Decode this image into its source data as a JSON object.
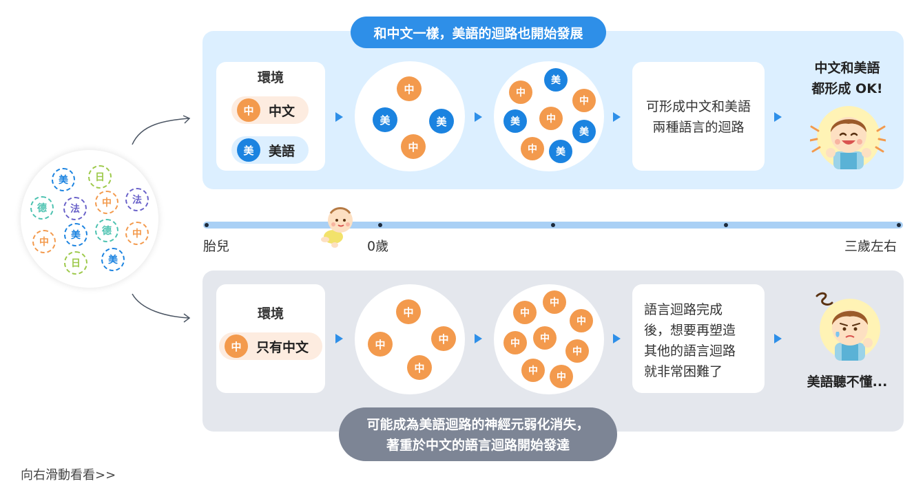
{
  "left_circle": {
    "tokens": [
      "美",
      "日",
      "德",
      "法",
      "中",
      "法",
      "中",
      "美",
      "德",
      "中",
      "日",
      "美"
    ]
  },
  "top": {
    "banner": "和中文一樣，美語的迴路也開始發展",
    "env_title": "環境",
    "env_items": [
      {
        "char": "中",
        "label": "中文"
      },
      {
        "char": "美",
        "label": "美語"
      }
    ],
    "circle1": [
      "中",
      "美",
      "美",
      "中"
    ],
    "circle2": [
      "美",
      "中",
      "中",
      "美",
      "中",
      "美",
      "中",
      "美"
    ],
    "result_text": [
      "可形成中文和美語",
      "兩種語言的迴路"
    ],
    "outcome": [
      "中文和美語",
      "都形成 OK!"
    ]
  },
  "timeline": {
    "labels": {
      "start": "胎兒",
      "zero": "0歲",
      "end": "三歲左右"
    }
  },
  "bottom": {
    "env_title": "環境",
    "env_item": {
      "char": "中",
      "label": "只有中文"
    },
    "circle1": [
      "中",
      "中",
      "中",
      "中"
    ],
    "circle2": [
      "中",
      "中",
      "中",
      "中",
      "中",
      "中",
      "中",
      "中"
    ],
    "result_text": [
      "語言迴路完成",
      "後，想要再塑造",
      "其他的語言迴路",
      "就非常困難了"
    ],
    "outcome": "美語聽不懂...",
    "banner": [
      "可能成為美語迴路的神經元弱化消失，",
      "著重於中文的語言迴路開始發達"
    ]
  },
  "footer": {
    "hint": "向右滑動看看>>"
  },
  "colors": {
    "orange": "#f39a4d",
    "blue": "#1b83e0",
    "panel_top": "#dcefff",
    "panel_bottom": "#e4e7ed"
  }
}
